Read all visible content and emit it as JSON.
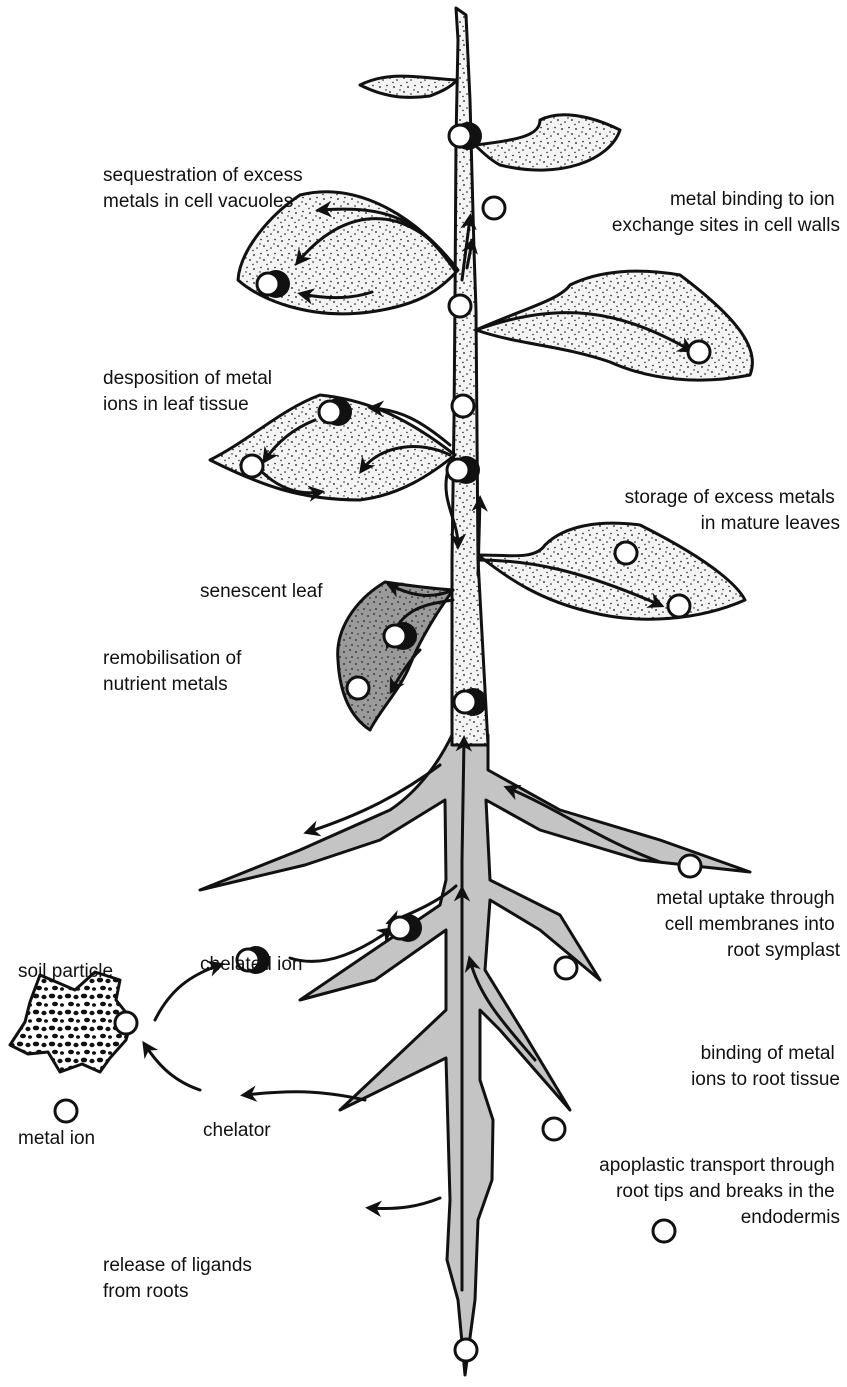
{
  "labels": {
    "sequestration": [
      "sequestration of excess",
      "metals in cell vacuoles"
    ],
    "binding_cell_walls": [
      "metal binding to ion",
      "exchange sites in cell walls"
    ],
    "deposition": [
      "desposition of metal",
      "ions in leaf tissue"
    ],
    "storage": [
      "storage of excess metals",
      "in mature leaves"
    ],
    "senescent": [
      "senescent leaf"
    ],
    "remobilisation": [
      "remobilisation of",
      "nutrient metals"
    ],
    "uptake": [
      "metal uptake through",
      "cell membranes into",
      "root symplast"
    ],
    "soil_particle": [
      "soil particle"
    ],
    "chelated_ion": [
      "chelated ion"
    ],
    "binding_root": [
      "binding of metal",
      "ions to root tissue"
    ],
    "metal_ion": [
      "metal ion"
    ],
    "chelator": [
      "chelator"
    ],
    "apoplastic": [
      "apoplastic transport through",
      "root tips and breaks in the",
      "endodermis"
    ],
    "release": [
      "release of ligands",
      "from roots"
    ]
  },
  "colors": {
    "ink": "#111111",
    "root_fill": "#c4c4c4",
    "senescent_fill": "#9a9a9a",
    "leaf_fill": "#f2f2f2",
    "background": "#ffffff"
  },
  "legend_symbols": {
    "metal_ion": "open-circle",
    "chelator": "crescent",
    "chelated_ion": "circle-with-crescent"
  }
}
